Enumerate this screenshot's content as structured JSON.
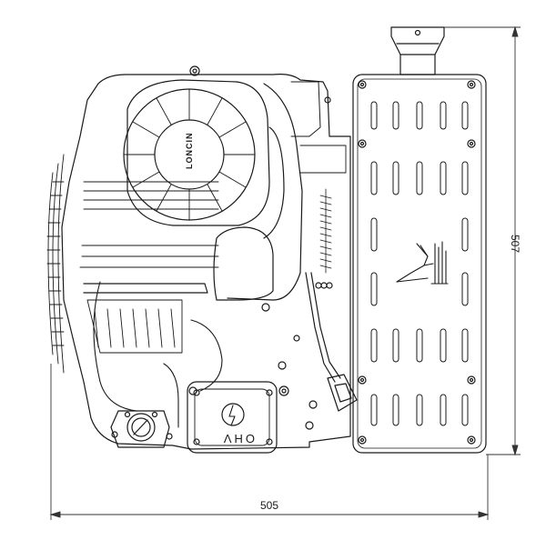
{
  "drawing": {
    "dimension_width": "505",
    "dimension_height": "507",
    "brand_text_on_fan": "LONCIN",
    "valve_cover_text": "OHV"
  },
  "colors": {
    "line": "#1a1a1a",
    "background": "#ffffff",
    "dimension_line": "#333333"
  }
}
